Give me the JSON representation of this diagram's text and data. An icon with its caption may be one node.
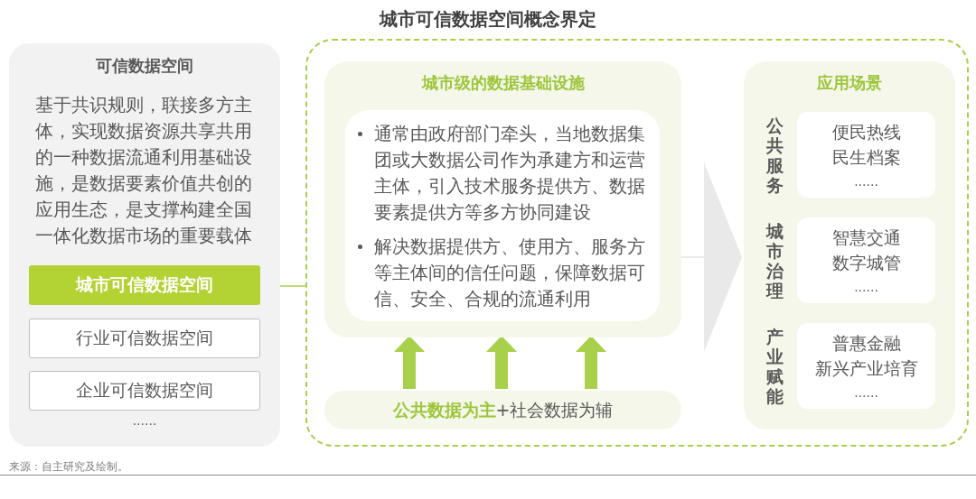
{
  "diagram": {
    "title": "城市可信数据空间概念界定",
    "nodes": [
      {
        "text": [
          "可信数据空间",
          "基于共识规则，联接多方主体，实现数据资源共享共用的一种数据流通利用基础设施，是数据要素价值共创的应用生态，是支撑构建全国一体化数据市场的重要载体",
          "......"
        ]
      },
      {
        "text": [
          "城市可信数据空间"
        ],
        "in": 0
      },
      {
        "text": [
          "行业可信数据空间"
        ],
        "in": 0
      },
      {
        "text": [
          "企业可信数据空间"
        ],
        "in": 0
      },
      {
        "text": [],
        "shape": "box"
      },
      {
        "text": [
          "城市级的数据基础设施"
        ],
        "in": 4
      },
      {
        "text": [
          "通常由政府部门牵头，当地数据集团或大数据公司作为承建方和运营主体，引入技术服务提供方、数据要素提供方等多方协同建设",
          "解决数据提供方、使用方、服务方等主体间的信任问题，保障数据可信、安全、合规的流通利用"
        ],
        "in": 5
      },
      {
        "text": [
          "**公共数据为主**+社会数据为辅"
        ],
        "in": 4
      },
      {
        "text": [
          "应用场景"
        ],
        "in": 4
      },
      {
        "text": [
          "便民热线",
          "民生档案",
          "......"
        ],
        "beside": [
          "公共服务"
        ],
        "in": 8
      },
      {
        "text": [
          "智慧交通",
          "数字城管",
          "......"
        ],
        "beside": [
          "城市治理"
        ],
        "in": 8
      },
      {
        "text": [
          "普惠金融",
          "新兴产业培育",
          "......"
        ],
        "beside": [
          "产业赋能"
        ],
        "in": 8
      }
    ],
    "edges": [
      {
        "from": 1,
        "to": 4,
        "arrow": "none"
      },
      {
        "from": 7,
        "to": 5,
        "arrow": "to"
      },
      {
        "from": 7,
        "to": 5,
        "arrow": "to"
      },
      {
        "from": 7,
        "to": 5,
        "arrow": "to"
      },
      {
        "from": 5,
        "to": 8,
        "arrow": "to",
        "color": "#e9e9e9"
      }
    ],
    "labels": [
      "来源：自主研究及绘制。"
    ]
  }
}
